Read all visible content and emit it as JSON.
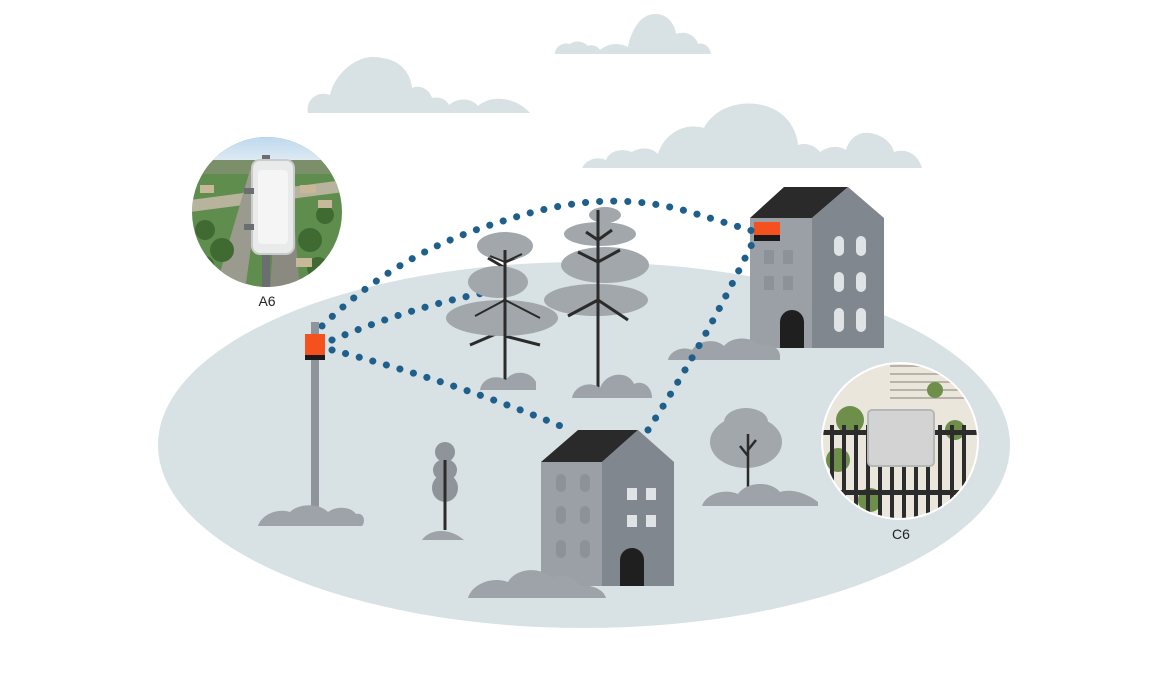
{
  "devices": [
    {
      "id": "A6",
      "label": "A6"
    },
    {
      "id": "C6",
      "label": "C6"
    }
  ],
  "colors": {
    "ground": "#d8e1e3",
    "cloud": "#d8e1e3",
    "building_front": "#9aa0a6",
    "building_side": "#80878e",
    "roof": "#2a2a2a",
    "window": "#dfe3e6",
    "door": "#1f1f1f",
    "tree_canopy": "#a2a7ab",
    "tree_trunk": "#2b2b2b",
    "bush": "#9da3a8",
    "pole": "#8e949a",
    "device_accent": "#f4511e",
    "link_dots": "#1f5f8b"
  },
  "icons": {
    "a6_photo": "pole-mounted-antenna-photo-icon",
    "c6_photo": "fence-mounted-antenna-photo-icon"
  }
}
